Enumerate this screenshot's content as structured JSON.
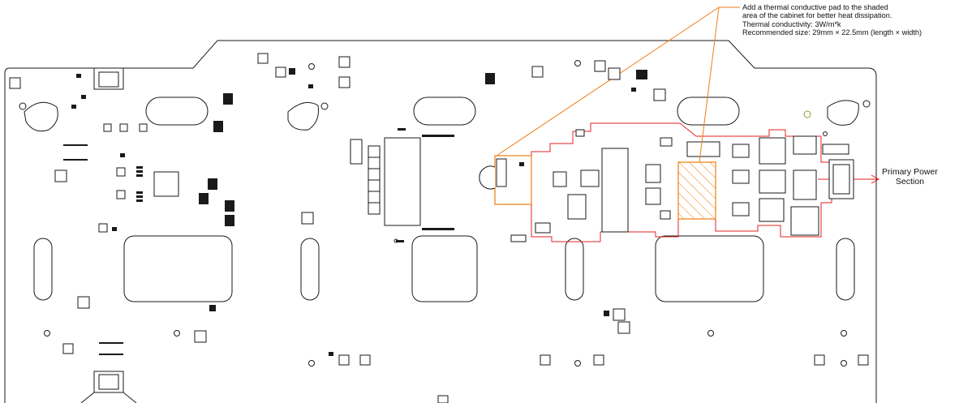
{
  "annotations": {
    "thermal_note": [
      "Add a thermal conductive pad to the shaded",
      "area of the cabinet for better heat dissipation.",
      "Thermal conductivity: 3W/m*k",
      "Recommended size: 29mm × 22.5mm (length × width)"
    ],
    "primary_power": [
      "Primary Power",
      "Section"
    ]
  },
  "colors": {
    "outline": "#1a1a1a",
    "hatch_region": "#e32222",
    "thermal_pad": "#f07d12",
    "background": "#ffffff"
  }
}
